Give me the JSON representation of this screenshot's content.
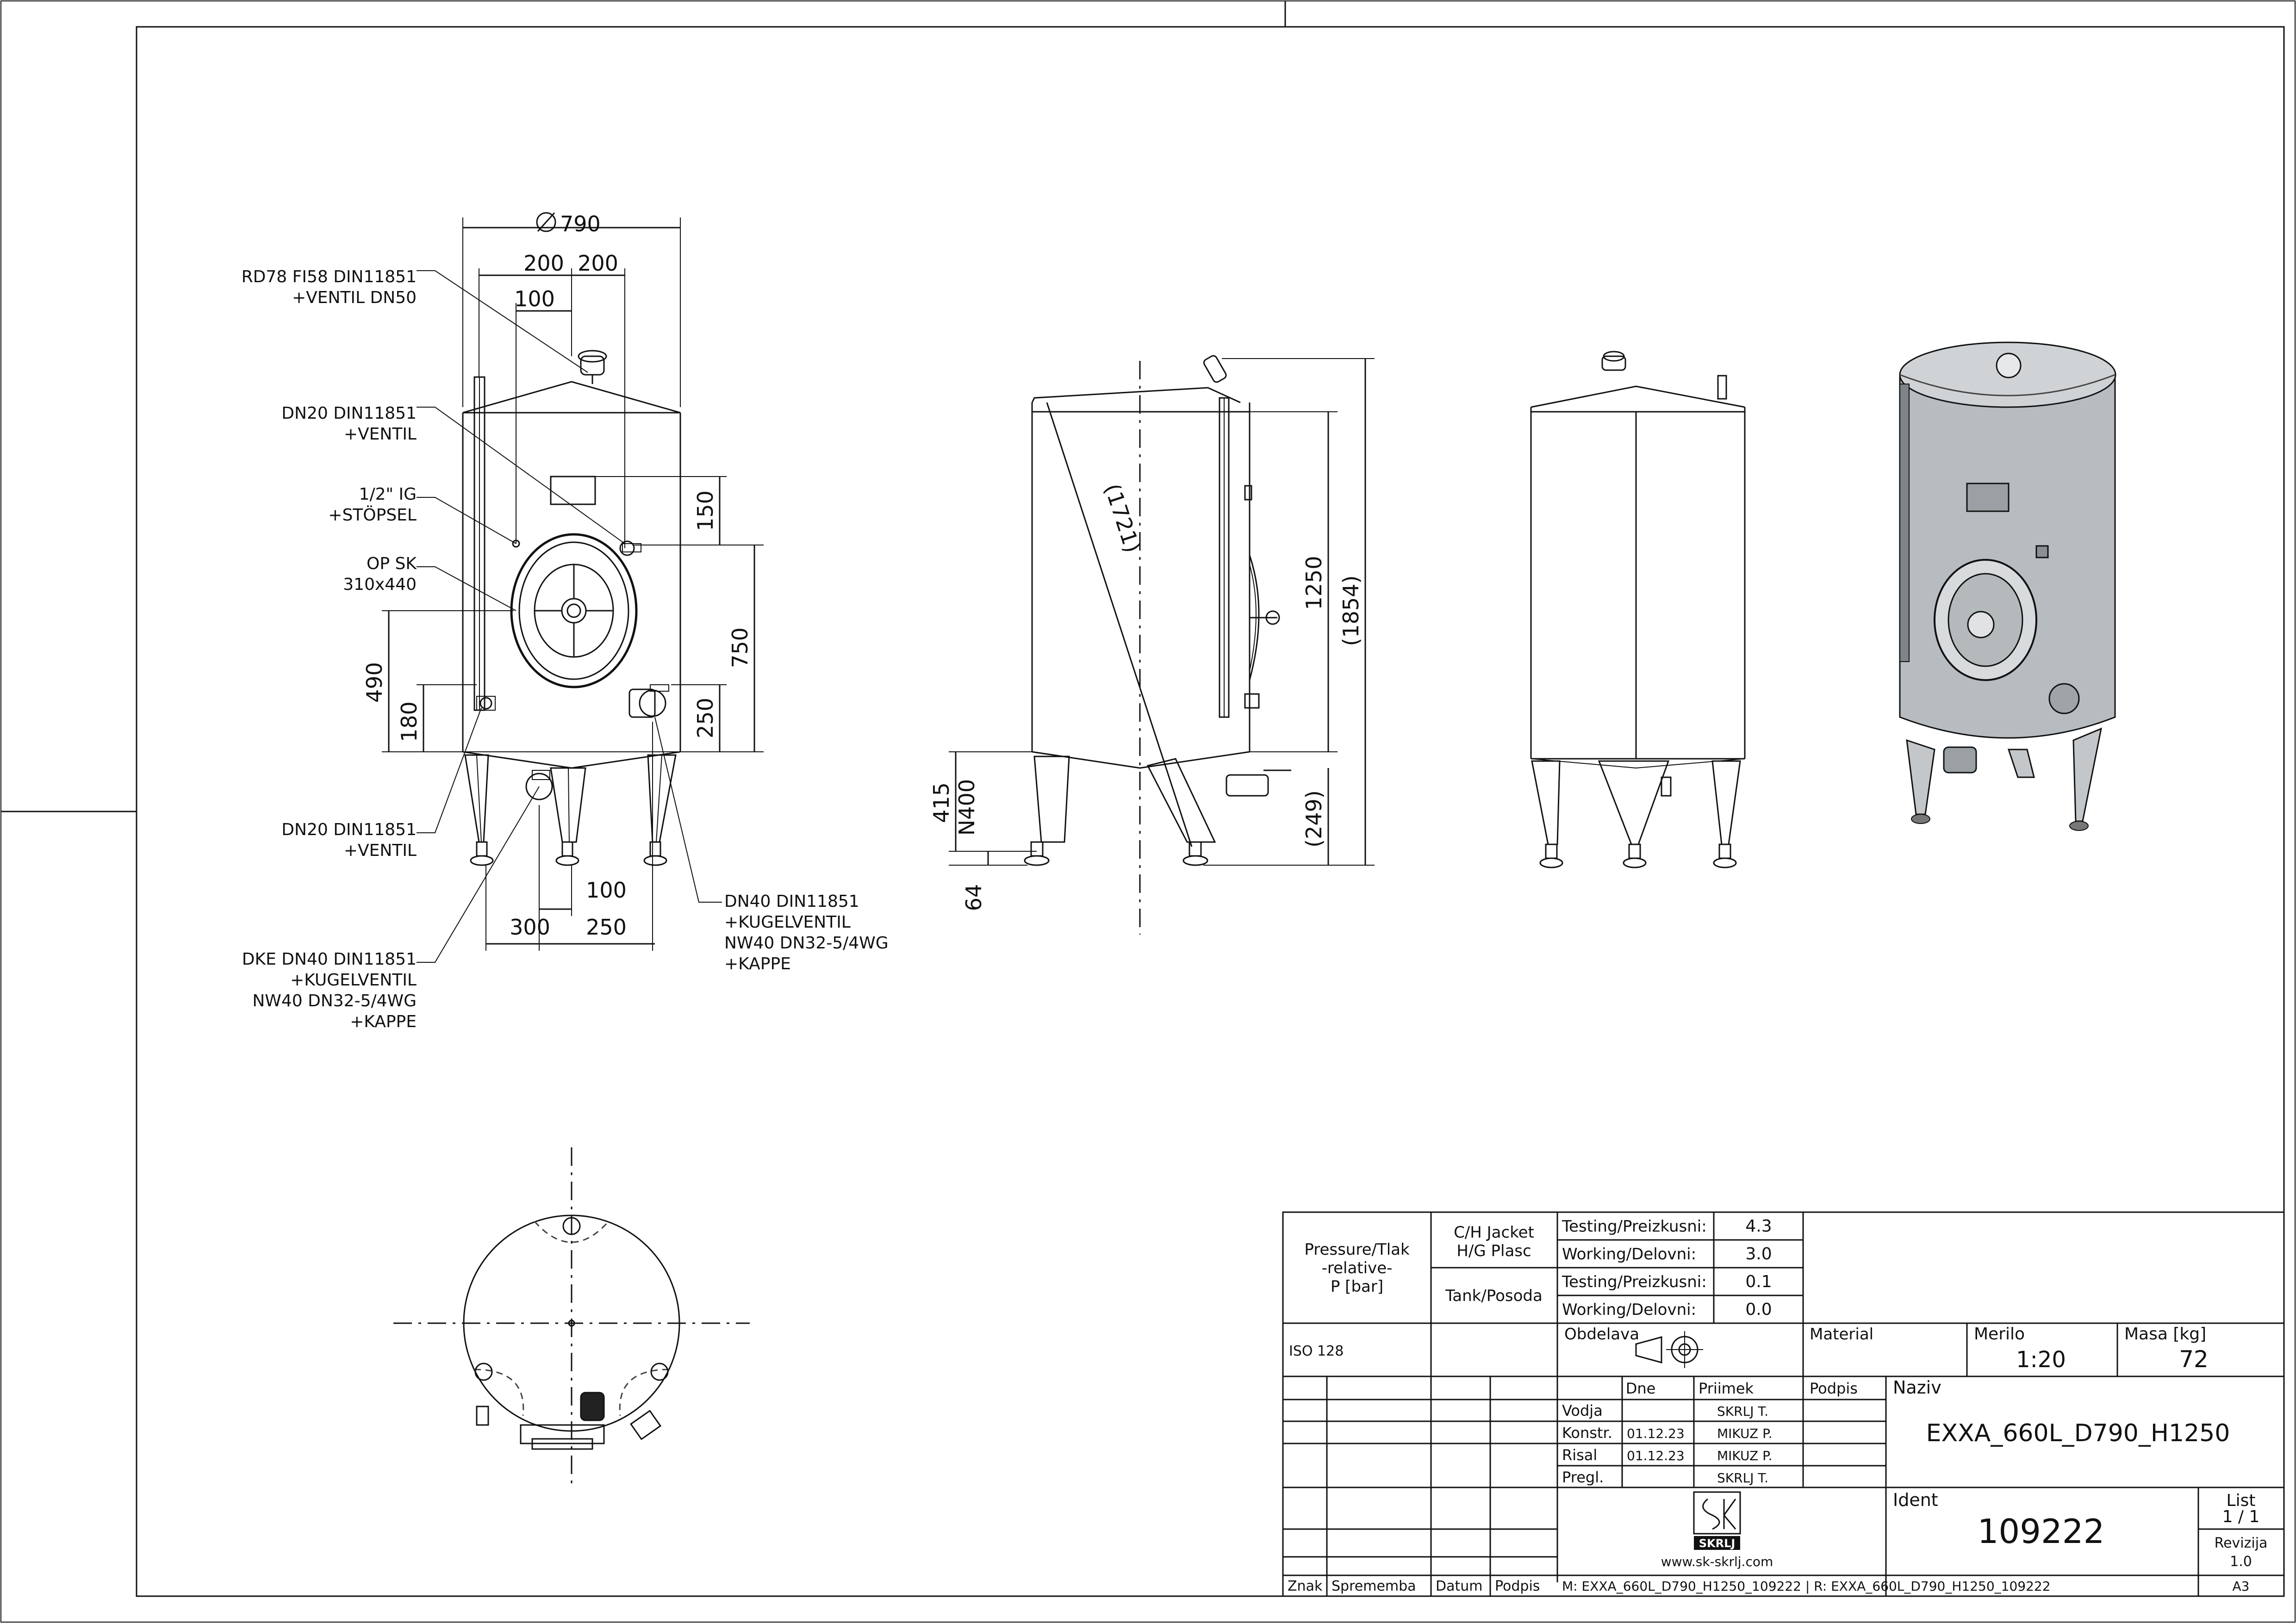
{
  "labels": {
    "rd78": [
      "RD78 FI58 DIN11851",
      "+VENTIL DN50"
    ],
    "dn20_top": [
      "DN20 DIN11851",
      "+VENTIL"
    ],
    "ig": [
      "1/2\" IG",
      "+STÖPSEL"
    ],
    "opsk": [
      "OP SK",
      "310x440"
    ],
    "dn20_bot": [
      "DN20 DIN11851",
      "+VENTIL"
    ],
    "dke": [
      "DKE DN40 DIN11851",
      "+KUGELVENTIL",
      "NW40 DN32-5/4WG",
      "+KAPPE"
    ],
    "dn40": [
      "DN40 DIN11851",
      "+KUGELVENTIL",
      "NW40 DN32-5/4WG",
      "+KAPPE"
    ]
  },
  "dimensions": {
    "dia": "790",
    "w200a": "200",
    "w200b": "200",
    "w100": "100",
    "v150": "150",
    "v750": "750",
    "v490": "490",
    "v180": "180",
    "v250": "250",
    "b100": "100",
    "b300": "300",
    "b250": "250",
    "s1721": "(1721)",
    "s1250": "1250",
    "s1854": "(1854)",
    "s415": "415",
    "sN400": "N400",
    "s249": "(249)",
    "s64": "64"
  },
  "title_block": {
    "pressure": [
      "Pressure/Tlak",
      "-relative-",
      "P [bar]"
    ],
    "jacket": [
      "C/H Jacket",
      "H/G Plasc"
    ],
    "tank": "Tank/Posoda",
    "rows": [
      {
        "label": "Testing/Preizkusni:",
        "value": "4.3"
      },
      {
        "label": "Working/Delovni:",
        "value": "3.0"
      },
      {
        "label": "Testing/Preizkusni:",
        "value": "0.1"
      },
      {
        "label": "Working/Delovni:",
        "value": "0.0"
      }
    ],
    "iso": "ISO 128",
    "obdelava": "Obdelava",
    "material": "Material",
    "merilo_label": "Merilo",
    "merilo": "1:20",
    "masa_label": "Masa [kg]",
    "masa": "72",
    "col_dne": "Dne",
    "col_priimek": "Priimek",
    "col_podpis": "Podpis",
    "naziv_label": "Naziv",
    "naziv": "EXXA_660L_D790_H1250",
    "people": [
      {
        "role": "Vodja",
        "date": "",
        "name": "SKRLJ T."
      },
      {
        "role": "Konstr.",
        "date": "01.12.23",
        "name": "MIKUZ P."
      },
      {
        "role": "Risal",
        "date": "01.12.23",
        "name": "MIKUZ P."
      },
      {
        "role": "Pregl.",
        "date": "",
        "name": "SKRLJ T."
      }
    ],
    "logo_text": "SKRLJ",
    "website": "www.sk-skrlj.com",
    "ident_label": "Ident",
    "ident": "109222",
    "list_label": "List",
    "list": "1 / 1",
    "revizija_label": "Revizija",
    "revizija": "1.0",
    "format": "A3",
    "znak": "Znak",
    "sprememba": "Sprememba",
    "datum": "Datum",
    "podpis": "Podpis",
    "model_path": "M: EXXA_660L_D790_H1250_109222 | R: EXXA_660L_D790_H1250_109222"
  }
}
